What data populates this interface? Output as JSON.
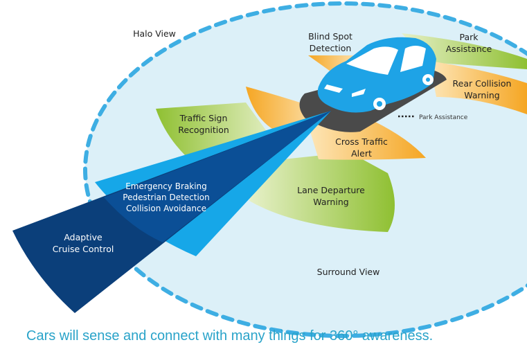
{
  "labels": {
    "halo_view": "Halo View",
    "blind_spot": [
      "Blind Spot",
      "Detection"
    ],
    "park_assistance": [
      "Park",
      "Assistance"
    ],
    "rear_collision": [
      "Rear Collision",
      "Warning"
    ],
    "park_assistance_small": "Park Assistance",
    "traffic_sign": [
      "Traffic Sign",
      "Recognition"
    ],
    "cross_traffic": [
      "Cross Traffic",
      "Alert"
    ],
    "lane_departure": [
      "Lane Departure",
      "Warning"
    ],
    "emergency": [
      "Emergency Braking",
      "Pedestrian Detection",
      "Collision Avoidance"
    ],
    "adaptive": [
      "Adaptive",
      "Cruise Control"
    ],
    "surround_view": "Surround View"
  },
  "caption": "Cars will sense and connect with many things for 360° awareness.",
  "colors": {
    "halo": "#dcf0f8",
    "dash": "#3eaee3",
    "green": "#9cc63c",
    "orange": "#f5a623",
    "car": "#1ea3e6",
    "navy": "#0b3f7a",
    "navy_mid": "#0b4f96",
    "beam_light": "#16a7e8",
    "shadow": "#4a4a4a"
  }
}
